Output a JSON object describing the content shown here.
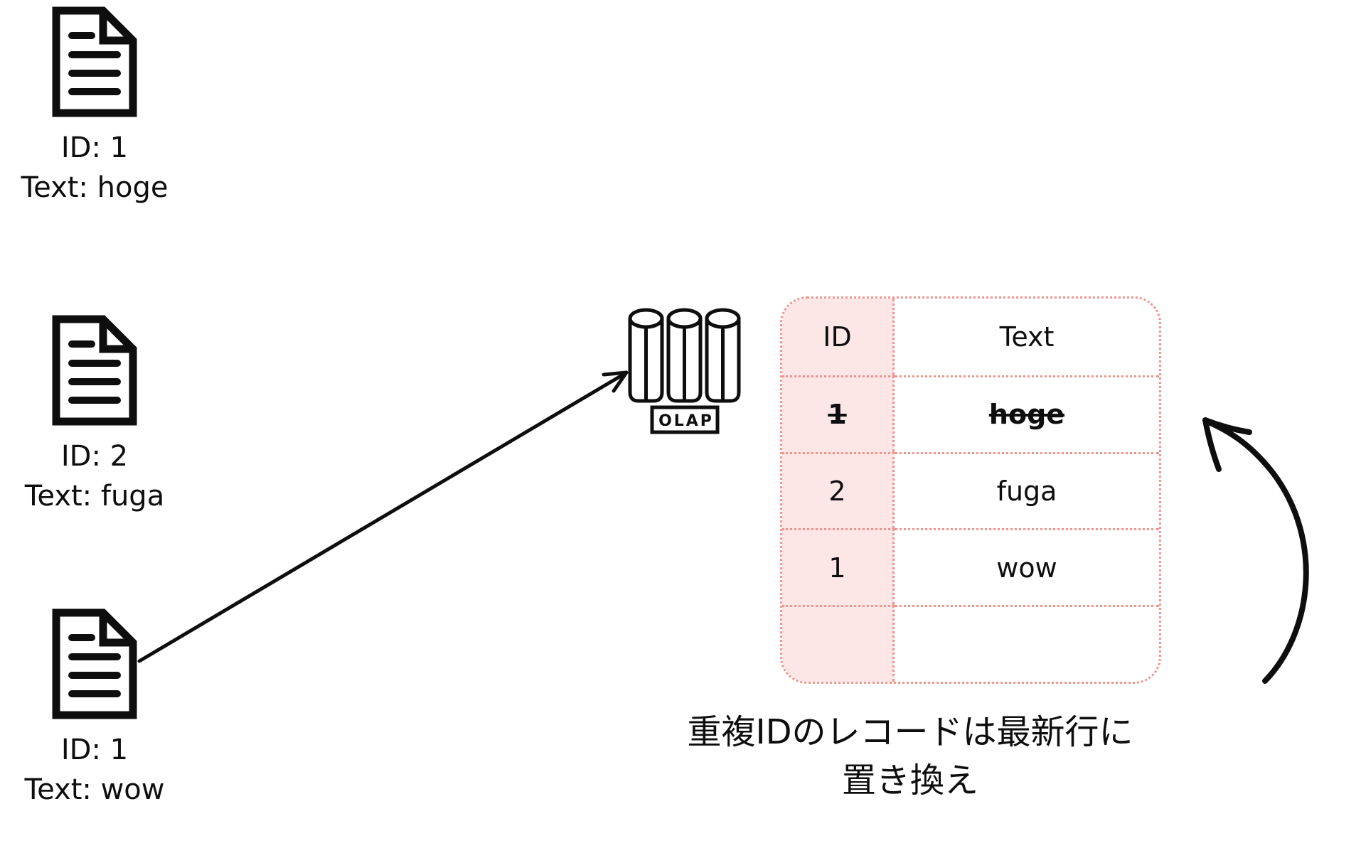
{
  "documents": [
    {
      "id_label": "ID: 1",
      "text_label": "Text: hoge"
    },
    {
      "id_label": "ID: 2",
      "text_label": "Text: fuga"
    },
    {
      "id_label": "ID: 1",
      "text_label": "Text: wow"
    }
  ],
  "database": {
    "label": "OLAP"
  },
  "table": {
    "headers": [
      "ID",
      "Text"
    ],
    "rows": [
      {
        "id": "1",
        "text": "hoge",
        "struck": true
      },
      {
        "id": "2",
        "text": "fuga",
        "struck": false
      },
      {
        "id": "1",
        "text": "wow",
        "struck": false
      },
      {
        "id": "",
        "text": "",
        "struck": false
      }
    ]
  },
  "caption": {
    "line1": "重複IDのレコードは最新行に",
    "line2": "置き換え"
  },
  "colors": {
    "table_fill": "#fce6e6",
    "table_border": "#f4928c",
    "ink": "#0e0e0e"
  }
}
